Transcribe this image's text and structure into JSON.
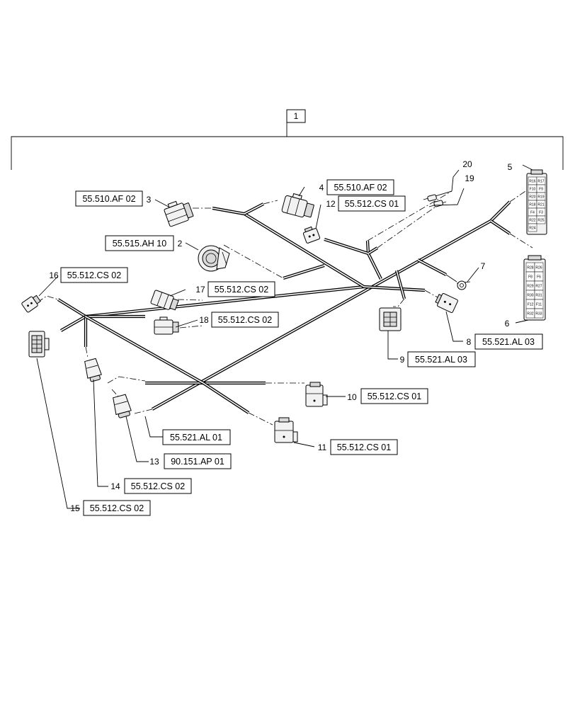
{
  "assembly": {
    "number": "1"
  },
  "callouts": [
    {
      "id": "c1",
      "number": "1",
      "ref": ""
    },
    {
      "id": "c2",
      "number": "2",
      "ref": "55.515.AH 10"
    },
    {
      "id": "c3",
      "number": "3",
      "ref": "55.510.AF 02"
    },
    {
      "id": "c4",
      "number": "4",
      "ref": "55.510.AF 02"
    },
    {
      "id": "c5",
      "number": "5",
      "ref": ""
    },
    {
      "id": "c6",
      "number": "6",
      "ref": ""
    },
    {
      "id": "c7",
      "number": "7",
      "ref": ""
    },
    {
      "id": "c8",
      "number": "8",
      "ref": "55.521.AL 03"
    },
    {
      "id": "c9",
      "number": "9",
      "ref": "55.521.AL 03"
    },
    {
      "id": "c10",
      "number": "10",
      "ref": "55.512.CS 01"
    },
    {
      "id": "c11",
      "number": "11",
      "ref": "55.512.CS 01"
    },
    {
      "id": "c12",
      "number": "12",
      "ref": "55.512.CS 01"
    },
    {
      "id": "c13",
      "number": "13",
      "ref": "90.151.AP 01"
    },
    {
      "id": "c14",
      "number": "14",
      "ref": "55.512.CS 02"
    },
    {
      "id": "c15",
      "number": "15",
      "ref": "55.512.CS 02"
    },
    {
      "id": "c16",
      "number": "16",
      "ref": "55.512.CS 02"
    },
    {
      "id": "c17",
      "number": "17",
      "ref": "55.512.CS 02"
    },
    {
      "id": "c18",
      "number": "18",
      "ref": "55.512.CS 02"
    },
    {
      "id": "c19",
      "number": "19",
      "ref": ""
    },
    {
      "id": "c20",
      "number": "20",
      "ref": ""
    }
  ],
  "extra_refs": {
    "harness_branch": "55.521.AL 01"
  },
  "relay_box_5": {
    "cells": [
      "R16",
      "R17",
      "F10",
      "F9",
      "R20",
      "R19",
      "R18",
      "R21",
      "F4",
      "F3",
      "R22",
      "R25",
      "R24"
    ]
  },
  "relay_box_6": {
    "cells": [
      "R28",
      "R26",
      "F8",
      "F6",
      "R29",
      "R27",
      "R30",
      "R31",
      "F12",
      "F11",
      "R32",
      "R33"
    ]
  }
}
